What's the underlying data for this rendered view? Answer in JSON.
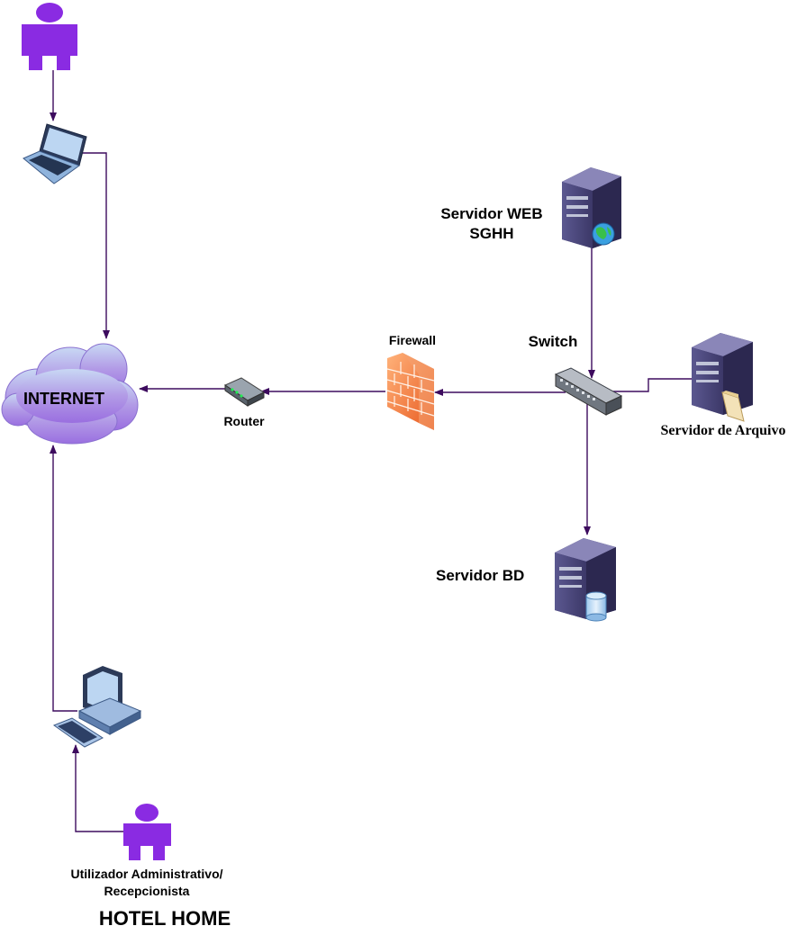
{
  "labels": {
    "internet": "INTERNET",
    "router": "Router",
    "firewall": "Firewall",
    "switch": "Switch",
    "web_server_line1": "Servidor WEB",
    "web_server_line2": "SGHH",
    "file_server": "Servidor de Arquivo",
    "db_server": "Servidor BD",
    "admin_user_line1": "Utilizador Administrativo/",
    "admin_user_line2": "Recepcionista",
    "hotel": "HOTEL HOME"
  },
  "colors": {
    "link": "#3d0b5e",
    "user": "#8a2be2",
    "server_body": "#4b4577",
    "cloud": "#a98be0",
    "firewall": "#f07a3c"
  },
  "icons": {
    "remote_user": "person-icon",
    "laptop": "laptop-icon",
    "cloud": "cloud-icon",
    "router": "router-icon",
    "firewall": "firewall-icon",
    "switch": "switch-icon",
    "web_server": "web-server-icon",
    "file_server": "file-server-icon",
    "db_server": "database-server-icon",
    "desktop": "desktop-computer-icon",
    "admin_user": "person-icon"
  }
}
